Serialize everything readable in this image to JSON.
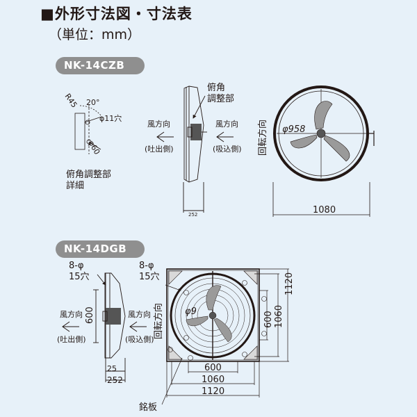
{
  "title": "■外形寸法図・寸法表",
  "unit": "（単位：mm）",
  "models": [
    {
      "name": "NK-14CZB",
      "tilt_label": [
        "俯角",
        "調整部"
      ],
      "tilt_detail_label": [
        "俯角調整部",
        "詳細"
      ],
      "r45": "R45",
      "angle": "20°",
      "hole": "φ11穴",
      "phi60": "φ60",
      "wind_dir": "風方向",
      "outlet": "(吐出側)",
      "inlet": "(吸込側)",
      "dim_252": "252",
      "phi958": "φ958",
      "rotation": "回転方向",
      "dim_1080": "1080"
    },
    {
      "name": "NK-14DGB",
      "holes_side": [
        "8-φ",
        "15穴"
      ],
      "holes_front": [
        "8-φ",
        "15穴"
      ],
      "dim_600_v": "600",
      "wind_dir": "風方向",
      "outlet": "(吐出側)",
      "inlet": "(吸込側)",
      "dim_25": "25",
      "dim_252": "252",
      "phi": "φ9",
      "rotation": "回転方向",
      "dim_600": "600",
      "dim_1060": "1060",
      "dim_1120": "1120",
      "dim_600_r": "600",
      "dim_1060_r": "1060",
      "dim_1120_r": "1120",
      "nameplate": "銘板"
    }
  ]
}
